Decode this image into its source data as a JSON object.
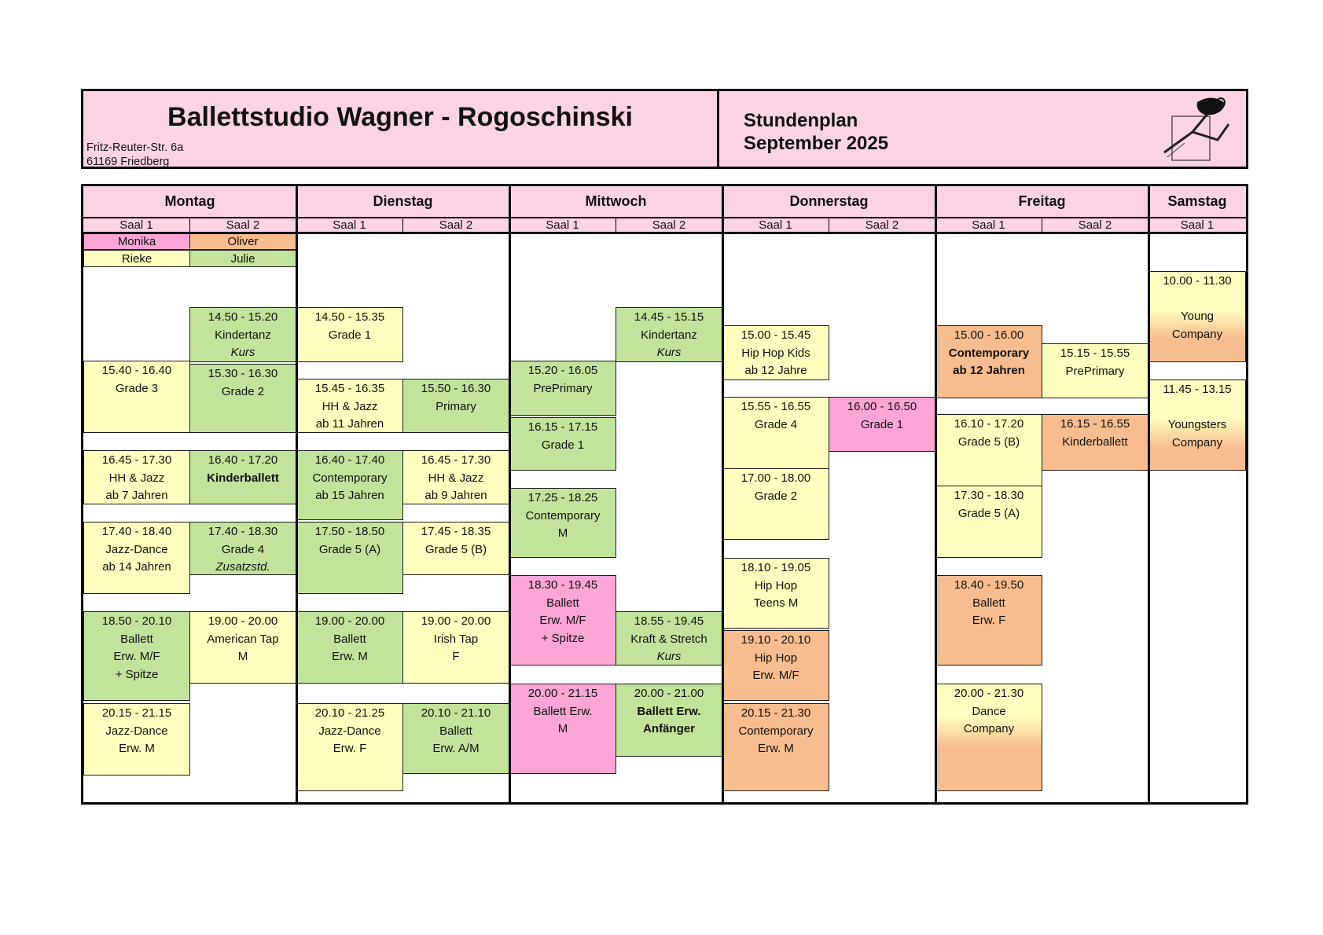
{
  "header": {
    "title": "Ballettstudio Wagner - Rogoschinski",
    "address_street": "Fritz-Reuter-Str. 6a",
    "address_city": "61169 Friedberg",
    "plan_label": "Stundenplan",
    "plan_month": "September 2025"
  },
  "days": [
    "Montag",
    "Dienstag",
    "Mittwoch",
    "Donnerstag",
    "Freitag",
    "Samstag"
  ],
  "rooms": {
    "saal1": "Saal 1",
    "saal2": "Saal 2"
  },
  "legend": {
    "monika": "Monika",
    "oliver": "Oliver",
    "rieke": "Rieke",
    "julie": "Julie"
  },
  "colors": {
    "monika": "#fda5d4",
    "oliver": "#f7bd8e",
    "rieke": "#fefebe",
    "julie": "#c2e39c",
    "header": "#fcd3e5"
  },
  "classes": {
    "mo1": [
      {
        "time": "15.40 - 16.40",
        "lines": [
          "Grade 3"
        ]
      },
      {
        "time": "16.45 - 17.30",
        "lines": [
          "HH & Jazz",
          "ab 7 Jahren"
        ]
      },
      {
        "time": "17.40 - 18.40",
        "lines": [
          "Jazz-Dance",
          "ab 14 Jahren"
        ]
      },
      {
        "time": "18.50 - 20.10",
        "lines": [
          "Ballett",
          "Erw. M/F",
          "+ Spitze"
        ]
      },
      {
        "time": "20.15 - 21.15",
        "lines": [
          "Jazz-Dance",
          "Erw. M"
        ]
      }
    ],
    "mo2": [
      {
        "time": "14.50 - 15.20",
        "lines": [
          "Kindertanz",
          "Kurs"
        ]
      },
      {
        "time": "15.30 - 16.30",
        "lines": [
          "Grade 2"
        ]
      },
      {
        "time": "16.40 - 17.20",
        "lines": [
          "Kinderballett"
        ]
      },
      {
        "time": "17.40 - 18.30",
        "lines": [
          "Grade 4",
          "Zusatzstd."
        ]
      },
      {
        "time": "19.00 - 20.00",
        "lines": [
          "American Tap",
          "M"
        ]
      }
    ],
    "di1": [
      {
        "time": "14.50 - 15.35",
        "lines": [
          "Grade 1"
        ]
      },
      {
        "time": "15.45 - 16.35",
        "lines": [
          "HH & Jazz",
          "ab 11 Jahren"
        ]
      },
      {
        "time": "16.40 - 17.40",
        "lines": [
          "Contemporary",
          "ab 15 Jahren"
        ]
      },
      {
        "time": "17.50 - 18.50",
        "lines": [
          "Grade 5 (A)"
        ]
      },
      {
        "time": "19.00 - 20.00",
        "lines": [
          "Ballett",
          "Erw. M"
        ]
      },
      {
        "time": "20.10 - 21.25",
        "lines": [
          "Jazz-Dance",
          "Erw. F"
        ]
      }
    ],
    "di2": [
      {
        "time": "15.50 - 16.30",
        "lines": [
          "Primary"
        ]
      },
      {
        "time": "16.45 - 17.30",
        "lines": [
          "HH & Jazz",
          "ab 9 Jahren"
        ]
      },
      {
        "time": "17.45 - 18.35",
        "lines": [
          "Grade 5 (B)"
        ]
      },
      {
        "time": "19.00 - 20.00",
        "lines": [
          "Irish Tap",
          "F"
        ]
      },
      {
        "time": "20.10 - 21.10",
        "lines": [
          "Ballett",
          "Erw. A/M"
        ]
      }
    ],
    "mi1": [
      {
        "time": "15.20 - 16.05",
        "lines": [
          "PrePrimary"
        ]
      },
      {
        "time": "16.15 - 17.15",
        "lines": [
          "Grade 1"
        ]
      },
      {
        "time": "17.25 - 18.25",
        "lines": [
          "Contemporary",
          "M"
        ]
      },
      {
        "time": "18.30 - 19.45",
        "lines": [
          "Ballett",
          "Erw. M/F",
          "+ Spitze"
        ]
      },
      {
        "time": "20.00 - 21.15",
        "lines": [
          "Ballett Erw.",
          "M"
        ]
      }
    ],
    "mi2": [
      {
        "time": "14.45 - 15.15",
        "lines": [
          "Kindertanz",
          "Kurs"
        ]
      },
      {
        "time": "18.55 - 19.45",
        "lines": [
          "Kraft & Stretch",
          "Kurs"
        ]
      },
      {
        "time": "20.00 - 21.00",
        "lines": [
          "Ballett Erw.",
          "Anfänger"
        ]
      }
    ],
    "do1": [
      {
        "time": "15.00 - 15.45",
        "lines": [
          "Hip Hop Kids",
          "ab 12 Jahre"
        ]
      },
      {
        "time": "15.55 - 16.55",
        "lines": [
          "Grade 4"
        ]
      },
      {
        "time": "17.00 - 18.00",
        "lines": [
          "Grade 2"
        ]
      },
      {
        "time": "18.10 - 19.05",
        "lines": [
          "Hip Hop",
          "Teens M"
        ]
      },
      {
        "time": "19.10 - 20.10",
        "lines": [
          "Hip Hop",
          "Erw. M/F"
        ]
      },
      {
        "time": "20.15 - 21.30",
        "lines": [
          "Contemporary",
          "Erw. M"
        ]
      }
    ],
    "do2": [
      {
        "time": "16.00 - 16.50",
        "lines": [
          "Grade 1"
        ]
      }
    ],
    "fr1": [
      {
        "time": "15.00 - 16.00",
        "lines": [
          "Contemporary",
          "ab 12 Jahren"
        ]
      },
      {
        "time": "16.10 - 17.20",
        "lines": [
          "Grade 5 (B)"
        ]
      },
      {
        "time": "17.30 - 18.30",
        "lines": [
          "Grade 5 (A)"
        ]
      },
      {
        "time": "18.40 - 19.50",
        "lines": [
          "Ballett",
          "Erw. F"
        ]
      },
      {
        "time": "20.00 - 21.30",
        "lines": [
          "Dance",
          "Company"
        ]
      }
    ],
    "fr2": [
      {
        "time": "15.15 - 15.55",
        "lines": [
          "PrePrimary"
        ]
      },
      {
        "time": "16.15 - 16.55",
        "lines": [
          "Kinderballett"
        ]
      }
    ],
    "sa1": [
      {
        "time": "10.00 - 11.30",
        "lines": [
          "",
          "Young",
          "Company"
        ]
      },
      {
        "time": "11.45 - 13.15",
        "lines": [
          "",
          "Youngsters",
          "Company"
        ]
      }
    ]
  }
}
